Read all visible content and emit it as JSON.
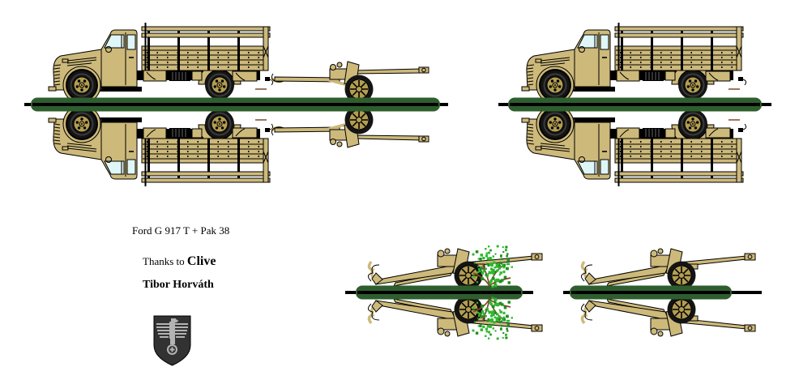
{
  "title": "Ford G 917 T + Pak 38",
  "credits": {
    "thanks_prefix": "Thanks to ",
    "thanks_name": "Clive",
    "author": "Tibor Horváth"
  },
  "emblem": {
    "icon": "wehrmacht-eagle-shield-icon"
  },
  "colors": {
    "background": "#ffffff",
    "body_sand": "#cdb97a",
    "outline_black": "#000000",
    "window_pale": "#dff6f8",
    "base_green": "#2e5e2e",
    "foliage_green": "#2eb82e",
    "foliage_dark": "#1f8f1f",
    "branch_brown": "#7a4a26",
    "tire_black": "#141414",
    "hub_olive": "#b29d52",
    "shield_dark": "#323232",
    "eagle_gray": "#b3b3b3"
  }
}
